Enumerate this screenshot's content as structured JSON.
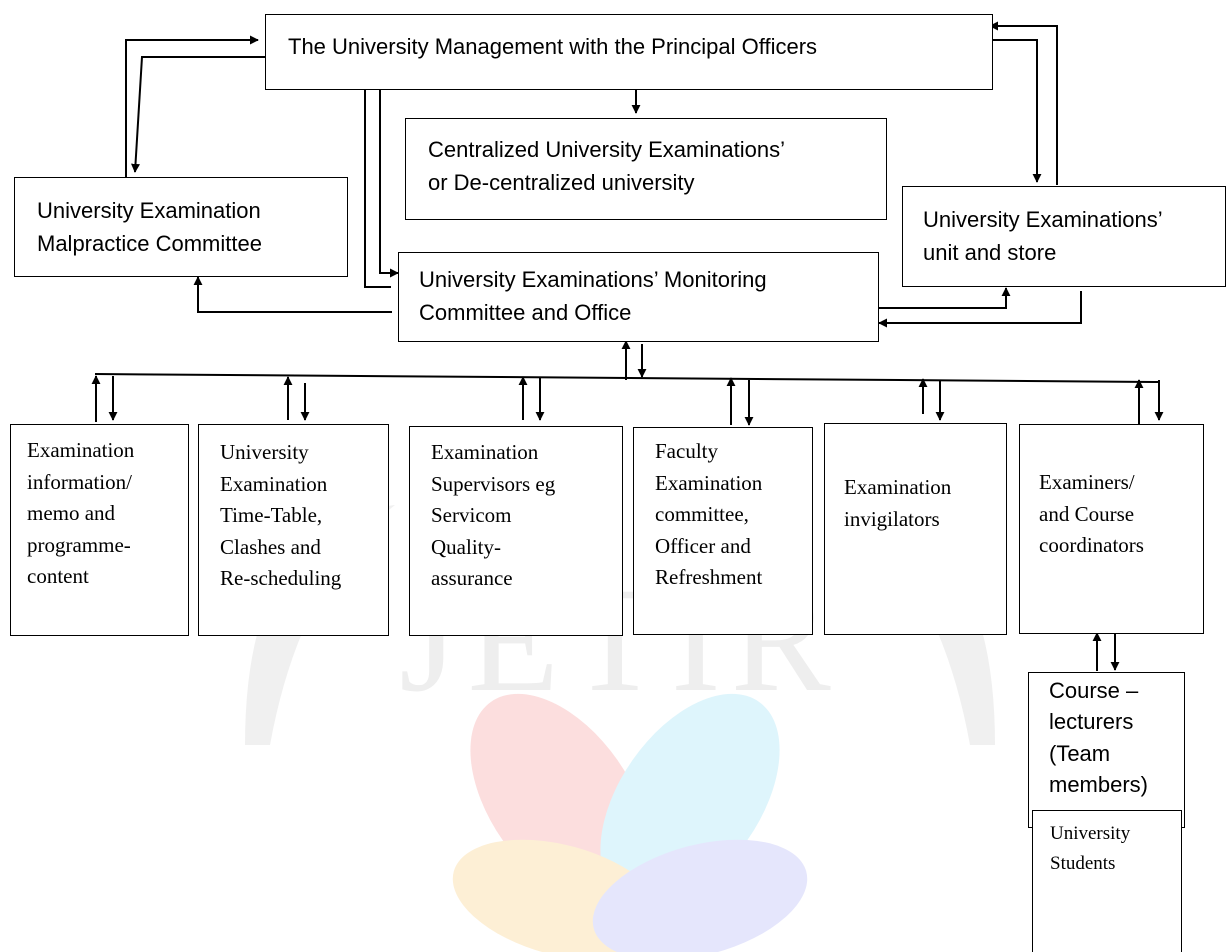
{
  "diagram": {
    "nodes": {
      "management": "The University Management with the Principal Officers",
      "centralized": "Centralized University Examinations’\nor De-centralized university",
      "malpractice": "University Examination\nMalpractice Committee",
      "unit_store": "University Examinations’\nunit and store",
      "monitoring": "University Examinations’ Monitoring\nCommittee and  Office",
      "info_memo": "Examination\ninformation/\nmemo and\nprogramme-\ncontent",
      "timetable": "University\nExamination\nTime-Table,\nClashes and\nRe-scheduling",
      "supervisors": "Examination\nSupervisors eg\nServicom\nQuality-\nassurance",
      "faculty": "Faculty\nExamination\ncommittee,\nOfficer and\nRefreshment",
      "invigilators": "Examination\ninvigilators",
      "examiners": "Examiners/\nand Course\ncoordinators",
      "lecturers": "Course –\nlecturers\n(Team\nmembers)",
      "students": "University\nStudents"
    },
    "watermark": "JETIR"
  }
}
